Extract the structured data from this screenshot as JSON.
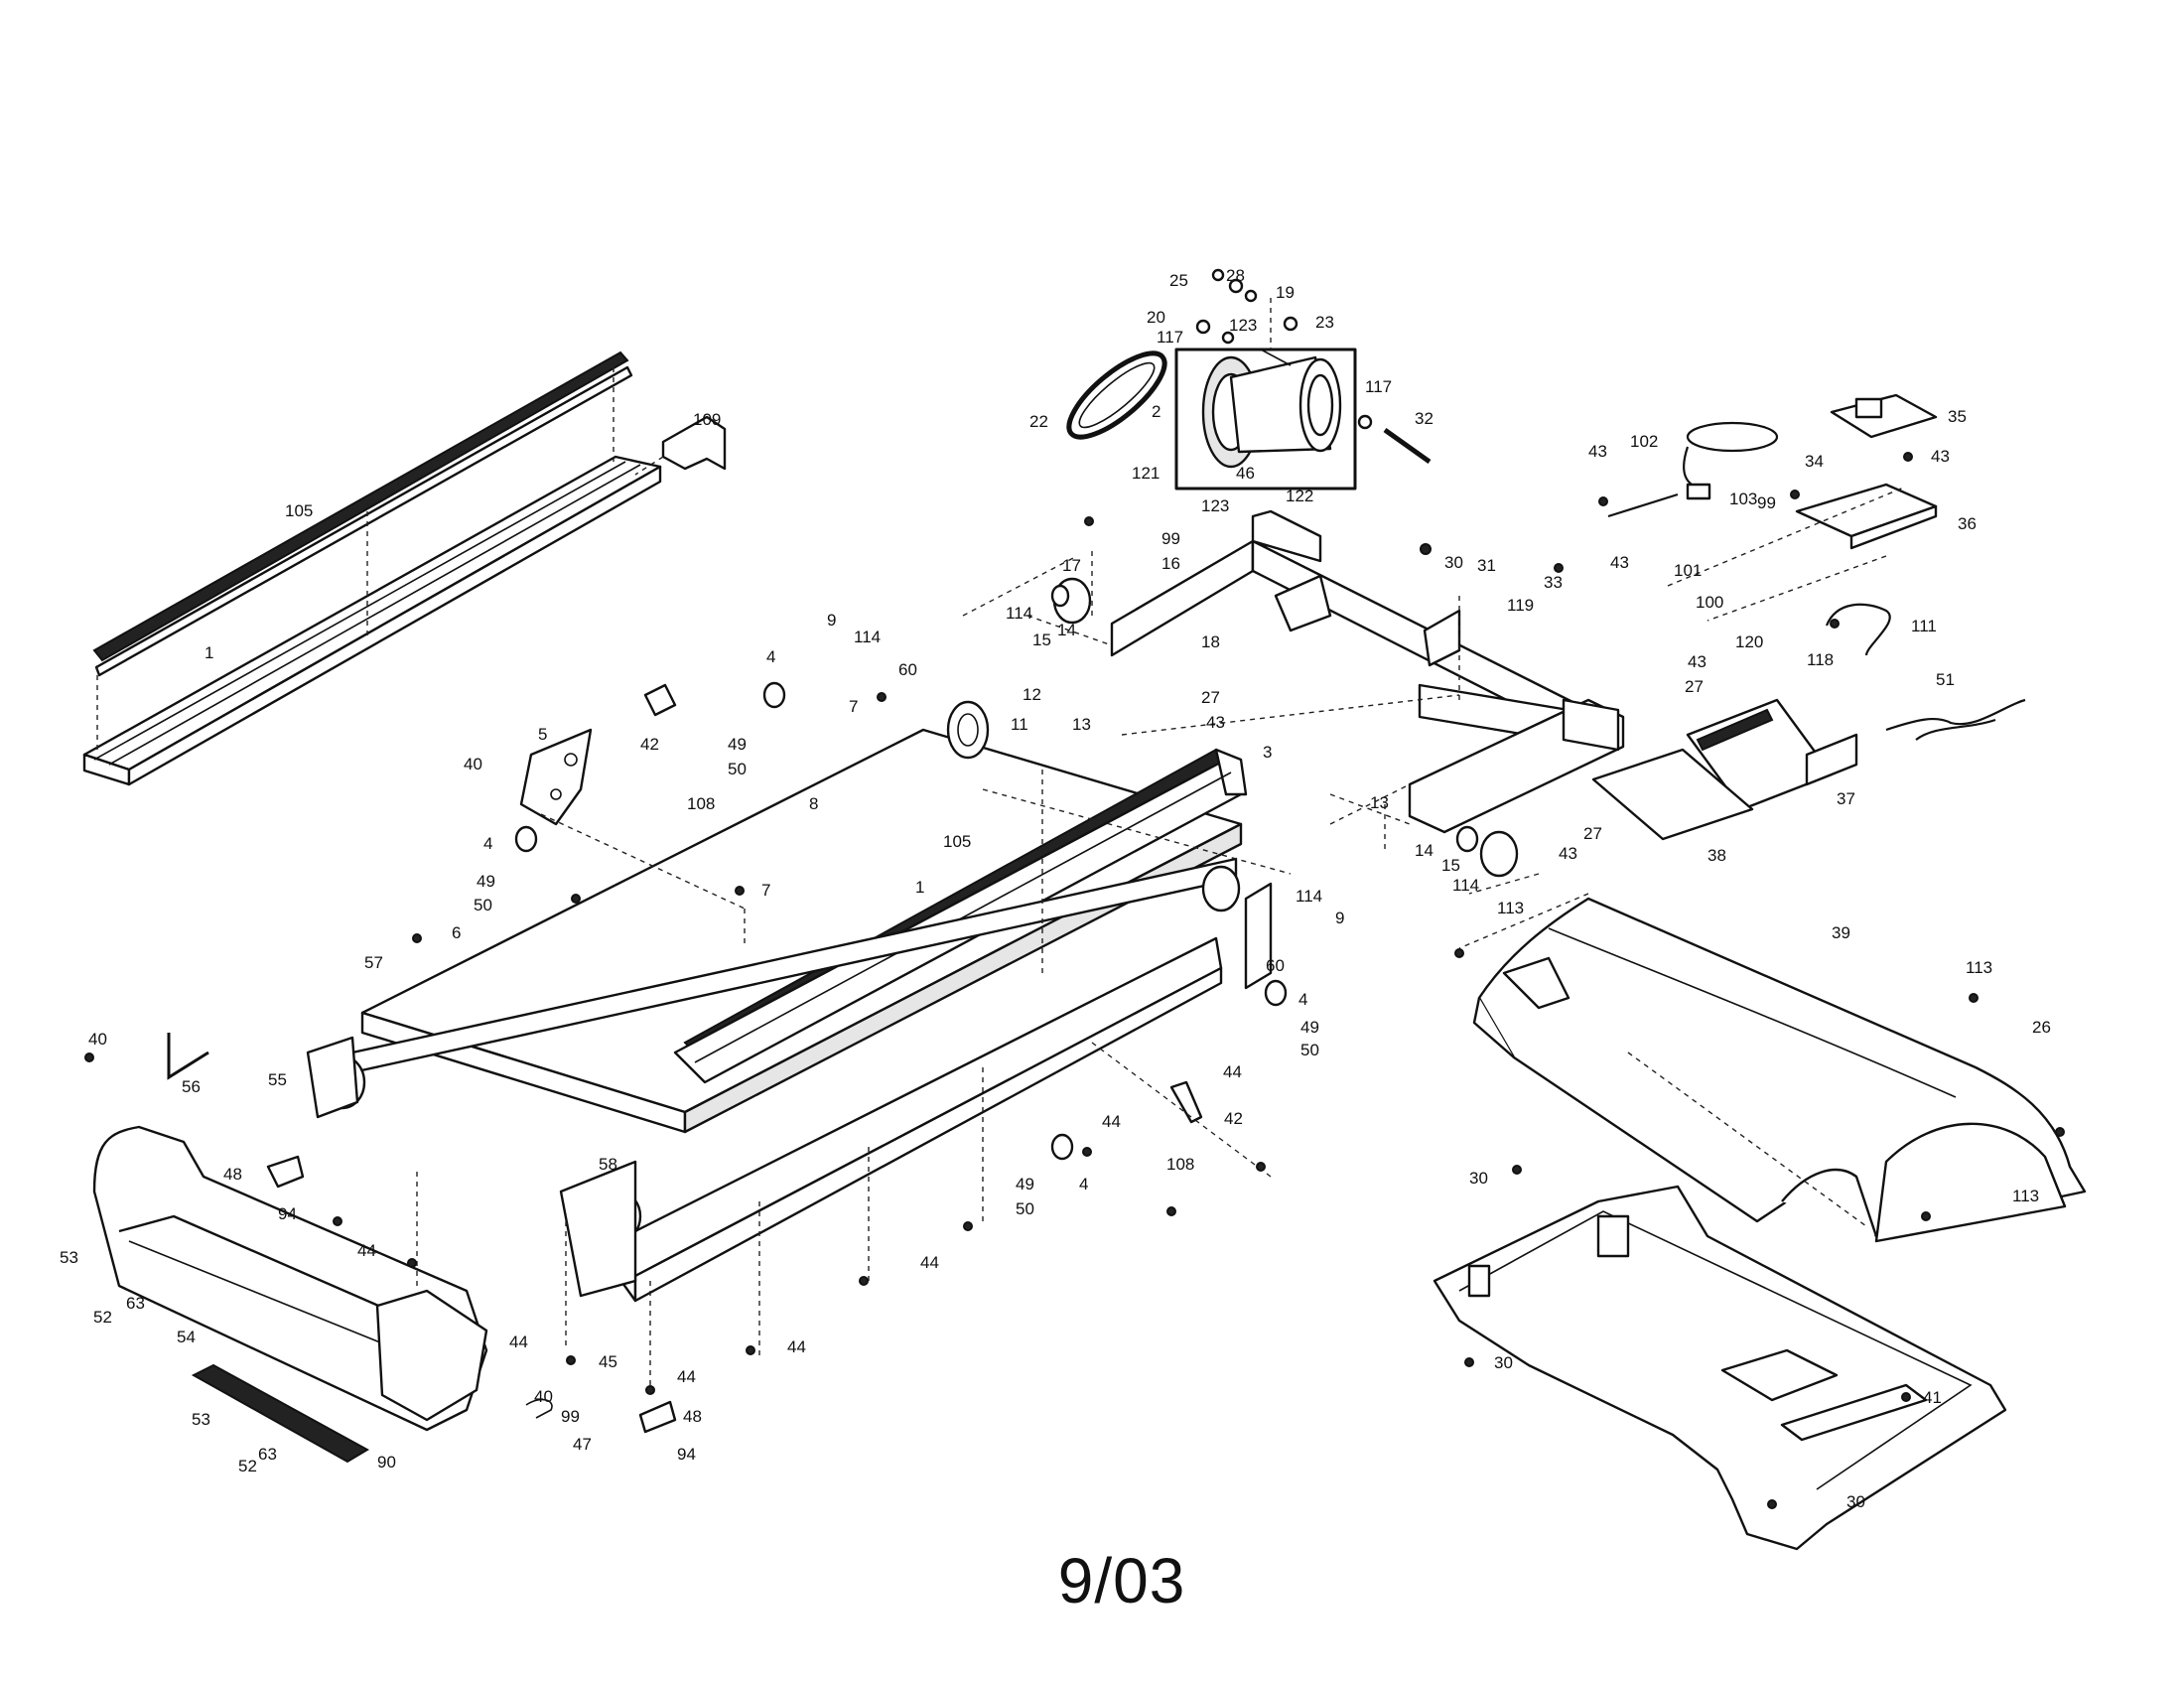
{
  "footer": {
    "date": "9/03"
  },
  "callouts": [
    {
      "id": "c1",
      "text": "25"
    },
    {
      "id": "c2",
      "text": "28"
    },
    {
      "id": "c3",
      "text": "19"
    },
    {
      "id": "c4",
      "text": "20"
    },
    {
      "id": "c5",
      "text": "23"
    },
    {
      "id": "c6",
      "text": "123"
    },
    {
      "id": "c7",
      "text": "117"
    },
    {
      "id": "c8",
      "text": "22"
    },
    {
      "id": "c9",
      "text": "2"
    },
    {
      "id": "c10",
      "text": "117"
    },
    {
      "id": "c11",
      "text": "32"
    },
    {
      "id": "c12",
      "text": "46"
    },
    {
      "id": "c13",
      "text": "121"
    },
    {
      "id": "c14",
      "text": "123"
    },
    {
      "id": "c15",
      "text": "122"
    },
    {
      "id": "c16",
      "text": "105"
    },
    {
      "id": "c17",
      "text": "109"
    },
    {
      "id": "c18",
      "text": "1"
    },
    {
      "id": "c19",
      "text": "17"
    },
    {
      "id": "c20",
      "text": "99"
    },
    {
      "id": "c21",
      "text": "16"
    },
    {
      "id": "c22",
      "text": "114"
    },
    {
      "id": "c23",
      "text": "15"
    },
    {
      "id": "c24",
      "text": "14"
    },
    {
      "id": "c25",
      "text": "18"
    },
    {
      "id": "c26",
      "text": "30"
    },
    {
      "id": "c27",
      "text": "31"
    },
    {
      "id": "c28",
      "text": "33"
    },
    {
      "id": "c29",
      "text": "43"
    },
    {
      "id": "c30",
      "text": "119"
    },
    {
      "id": "c31",
      "text": "101"
    },
    {
      "id": "c32",
      "text": "100"
    },
    {
      "id": "c33",
      "text": "102"
    },
    {
      "id": "c34",
      "text": "103"
    },
    {
      "id": "c35",
      "text": "43"
    },
    {
      "id": "c36",
      "text": "35"
    },
    {
      "id": "c37",
      "text": "34"
    },
    {
      "id": "c38",
      "text": "43"
    },
    {
      "id": "c39",
      "text": "99"
    },
    {
      "id": "c40",
      "text": "36"
    },
    {
      "id": "c41",
      "text": "111"
    },
    {
      "id": "c42",
      "text": "118"
    },
    {
      "id": "c43",
      "text": "9"
    },
    {
      "id": "c44",
      "text": "114"
    },
    {
      "id": "c45",
      "text": "60"
    },
    {
      "id": "c46",
      "text": "4"
    },
    {
      "id": "c47",
      "text": "7"
    },
    {
      "id": "c48",
      "text": "12"
    },
    {
      "id": "c49",
      "text": "11"
    },
    {
      "id": "c50",
      "text": "13"
    },
    {
      "id": "c51",
      "text": "27"
    },
    {
      "id": "c52",
      "text": "43"
    },
    {
      "id": "c53",
      "text": "43"
    },
    {
      "id": "c54",
      "text": "27"
    },
    {
      "id": "c55",
      "text": "120"
    },
    {
      "id": "c56",
      "text": "51"
    },
    {
      "id": "c57",
      "text": "49"
    },
    {
      "id": "c58",
      "text": "50"
    },
    {
      "id": "c59",
      "text": "3"
    },
    {
      "id": "c60",
      "text": "40"
    },
    {
      "id": "c61",
      "text": "5"
    },
    {
      "id": "c62",
      "text": "42"
    },
    {
      "id": "c63",
      "text": "108"
    },
    {
      "id": "c64",
      "text": "8"
    },
    {
      "id": "c65",
      "text": "105"
    },
    {
      "id": "c66",
      "text": "1"
    },
    {
      "id": "c67",
      "text": "4"
    },
    {
      "id": "c68",
      "text": "49"
    },
    {
      "id": "c69",
      "text": "50"
    },
    {
      "id": "c70",
      "text": "7"
    },
    {
      "id": "c71",
      "text": "13"
    },
    {
      "id": "c72",
      "text": "14"
    },
    {
      "id": "c73",
      "text": "15"
    },
    {
      "id": "c74",
      "text": "114"
    },
    {
      "id": "c75",
      "text": "27"
    },
    {
      "id": "c76",
      "text": "43"
    },
    {
      "id": "c77",
      "text": "38"
    },
    {
      "id": "c78",
      "text": "37"
    },
    {
      "id": "c79",
      "text": "113"
    },
    {
      "id": "c80",
      "text": "39"
    },
    {
      "id": "c81",
      "text": "113"
    },
    {
      "id": "c82",
      "text": "26"
    },
    {
      "id": "c83",
      "text": "57"
    },
    {
      "id": "c84",
      "text": "6"
    },
    {
      "id": "c85",
      "text": "114"
    },
    {
      "id": "c86",
      "text": "9"
    },
    {
      "id": "c87",
      "text": "60"
    },
    {
      "id": "c88",
      "text": "4"
    },
    {
      "id": "c89",
      "text": "49"
    },
    {
      "id": "c90",
      "text": "50"
    },
    {
      "id": "c91",
      "text": "40"
    },
    {
      "id": "c92",
      "text": "56"
    },
    {
      "id": "c93",
      "text": "55"
    },
    {
      "id": "c94",
      "text": "44"
    },
    {
      "id": "c95",
      "text": "42"
    },
    {
      "id": "c96",
      "text": "108"
    },
    {
      "id": "c97",
      "text": "44"
    },
    {
      "id": "c98",
      "text": "48"
    },
    {
      "id": "c99",
      "text": "94"
    },
    {
      "id": "c100",
      "text": "58"
    },
    {
      "id": "c101",
      "text": "49"
    },
    {
      "id": "c102",
      "text": "50"
    },
    {
      "id": "c103",
      "text": "4"
    },
    {
      "id": "c104",
      "text": "30"
    },
    {
      "id": "c105",
      "text": "113"
    },
    {
      "id": "c106",
      "text": "44"
    },
    {
      "id": "c107",
      "text": "44"
    },
    {
      "id": "c108",
      "text": "53"
    },
    {
      "id": "c109",
      "text": "52"
    },
    {
      "id": "c110",
      "text": "63"
    },
    {
      "id": "c111",
      "text": "54"
    },
    {
      "id": "c112",
      "text": "44"
    },
    {
      "id": "c113",
      "text": "44"
    },
    {
      "id": "c114",
      "text": "45"
    },
    {
      "id": "c115",
      "text": "44"
    },
    {
      "id": "c116",
      "text": "30"
    },
    {
      "id": "c117",
      "text": "41"
    },
    {
      "id": "c118",
      "text": "40"
    },
    {
      "id": "c119",
      "text": "99"
    },
    {
      "id": "c120",
      "text": "47"
    },
    {
      "id": "c121",
      "text": "48"
    },
    {
      "id": "c122",
      "text": "94"
    },
    {
      "id": "c123",
      "text": "53"
    },
    {
      "id": "c124",
      "text": "63"
    },
    {
      "id": "c125",
      "text": "52"
    },
    {
      "id": "c126",
      "text": "90"
    },
    {
      "id": "c127",
      "text": "30"
    }
  ]
}
